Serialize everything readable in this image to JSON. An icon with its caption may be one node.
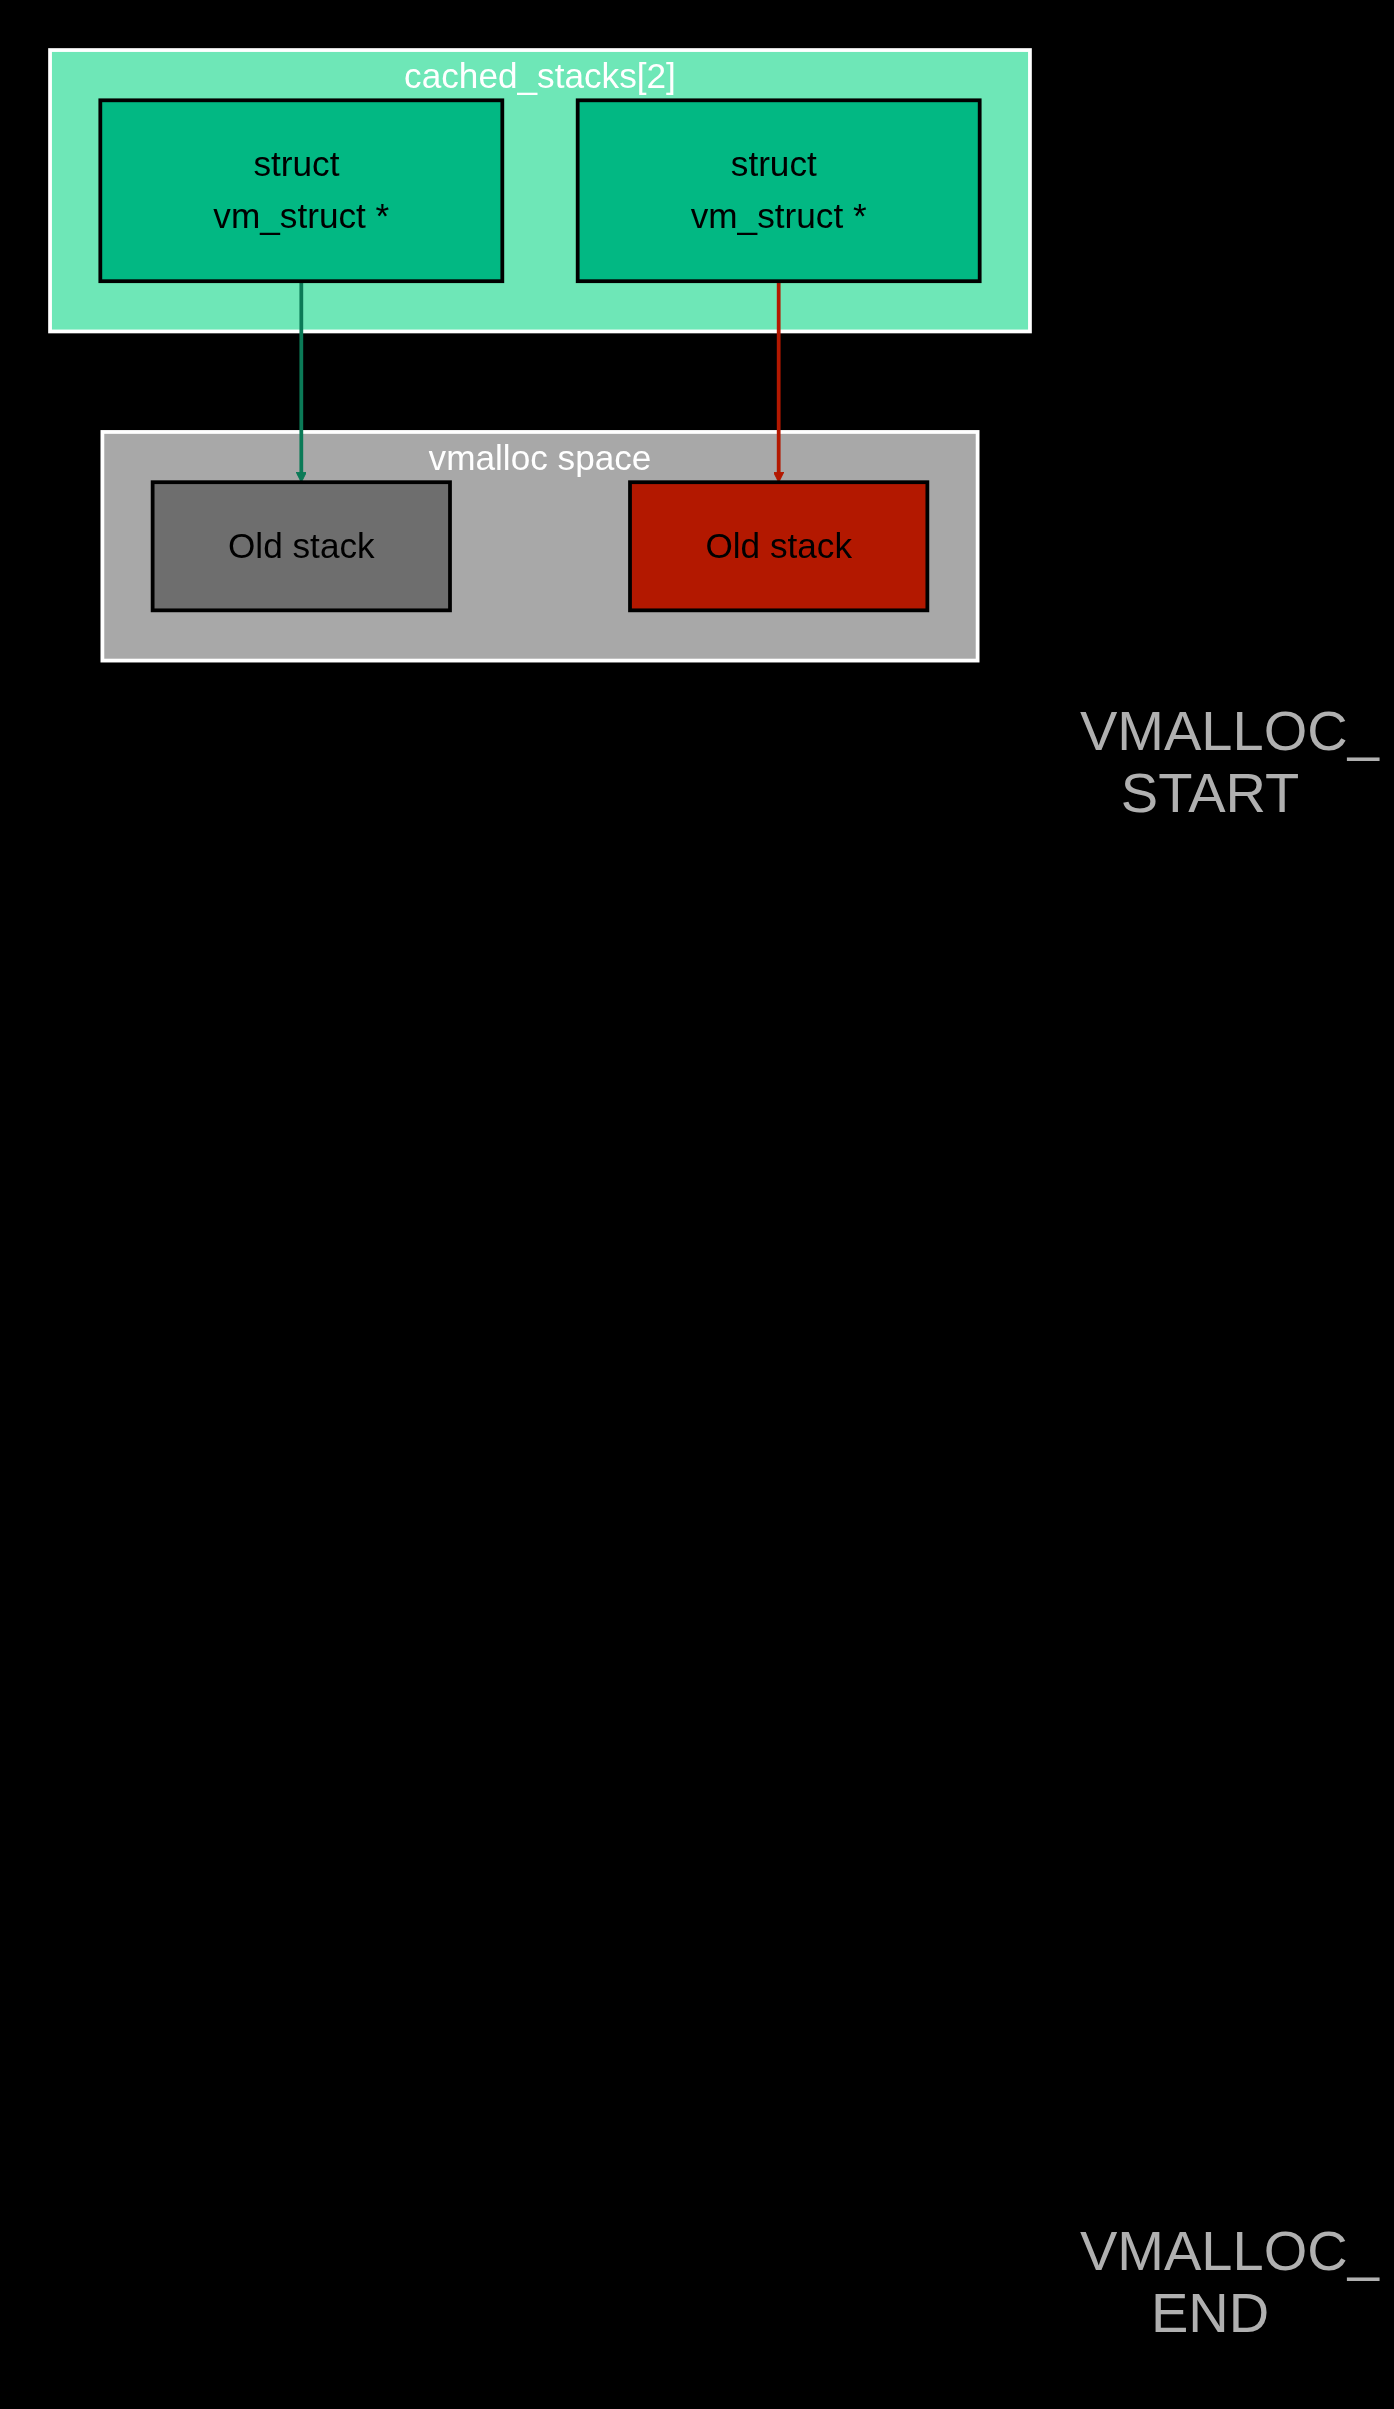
{
  "diagram": {
    "nodes": [
      {
        "text": [
          "cached_stacks[2]"
        ]
      },
      {
        "text": [
          "struct vm_struct *"
        ],
        "in": 0
      },
      {
        "text": [
          "struct vm_struct *"
        ],
        "in": 0
      },
      {
        "text": [
          "vmalloc space"
        ]
      },
      {
        "text": [
          "Old stack"
        ],
        "in": 3
      },
      {
        "text": [
          "Old stack"
        ],
        "in": 3
      }
    ],
    "edges": [
      {
        "from": 1,
        "to": 4,
        "arrow": "to",
        "color": "#0b7a57"
      },
      {
        "from": 2,
        "to": 5,
        "arrow": "to",
        "color": "#b31800"
      }
    ],
    "labels": [
      "VMALLOC_ START",
      "VMALLOC_ END"
    ]
  }
}
